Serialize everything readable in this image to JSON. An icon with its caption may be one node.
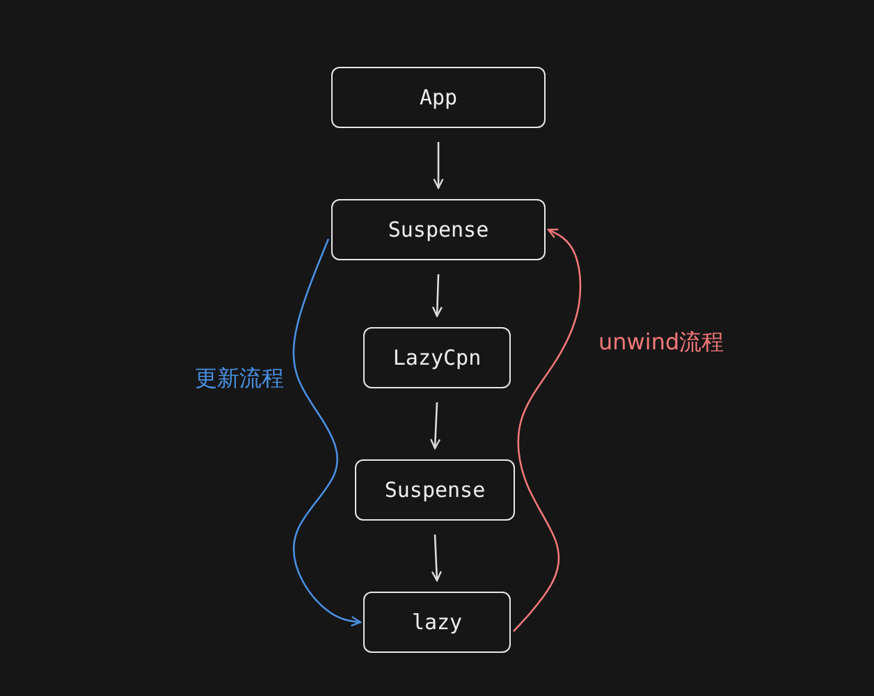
{
  "diagram": {
    "nodes": [
      {
        "text": [
          "App"
        ]
      },
      {
        "text": [
          "Suspense"
        ]
      },
      {
        "text": [
          "LazyCpn"
        ]
      },
      {
        "text": [
          "Suspense"
        ]
      },
      {
        "text": [
          "lazy"
        ]
      }
    ],
    "edges": [
      {
        "from": 0,
        "to": 1,
        "arrow": "to"
      },
      {
        "from": 1,
        "to": 2,
        "arrow": "to"
      },
      {
        "from": 2,
        "to": 3,
        "arrow": "to"
      },
      {
        "from": 3,
        "to": 4,
        "arrow": "to"
      },
      {
        "from": 1,
        "to": 4,
        "arrow": "to",
        "label": "更新流程",
        "color": "#4a90e2"
      },
      {
        "from": 4,
        "to": 1,
        "arrow": "to",
        "label": "unwind流程",
        "color": "#f27878"
      }
    ]
  }
}
